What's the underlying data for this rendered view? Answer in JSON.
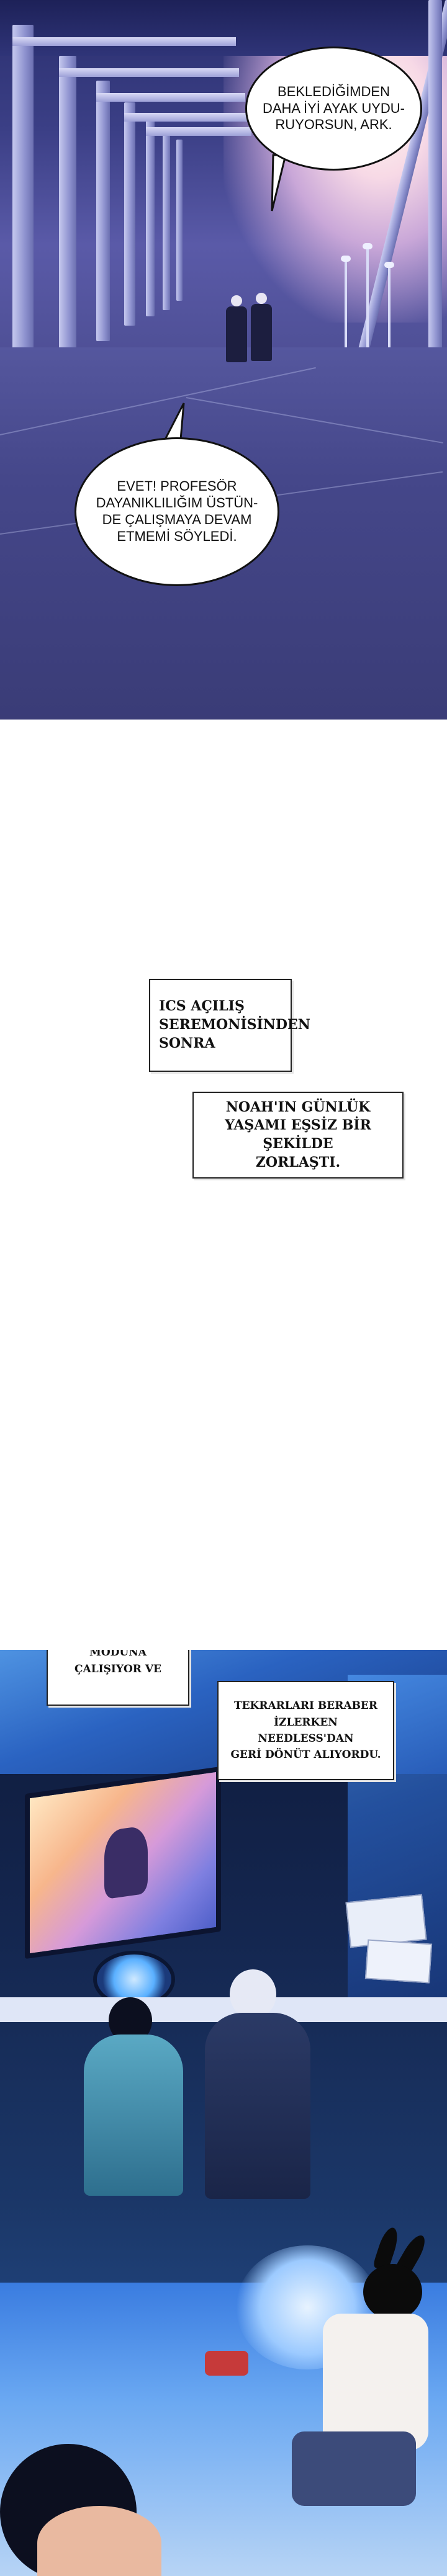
{
  "panel1": {
    "bubble_top": "BEKLEDİĞİMDEN\nDAHA İYİ AYAK UYDU-\nRUYORSUN, ARK.",
    "bubble_bottom": "EVET! PROFESÖR\nDAYANIKLILIĞIM ÜSTÜN-\nDE ÇALIŞMAYA DEVAM\nETMEMİ SÖYLEDİ."
  },
  "captions": {
    "c1": "ICS AÇILIŞ\nSEREMONİSİNDEN\nSONRA",
    "c2": "NOAH'IN GÜNLÜK\nYAŞAMI EŞSİZ BİR ŞEKİLDE\nZORLAŞTI.",
    "c3": "FORCE İLE EĞİTİM\nYAPTIKTAN SONRA SİHİR-\nDAR VADİSİ MODUNA\nÇALIŞIYOR VE",
    "c4": "TEKRARLARI BERABER\nİZLERKEN NEEDLESS'DAN\nGERİ DÖNÜT ALIYORDU."
  },
  "colors": {
    "corridor": "#3b3f86",
    "sky_glow": "#f7d9e6",
    "lab": "#14264f",
    "screen_glow": "#f7b68c"
  }
}
